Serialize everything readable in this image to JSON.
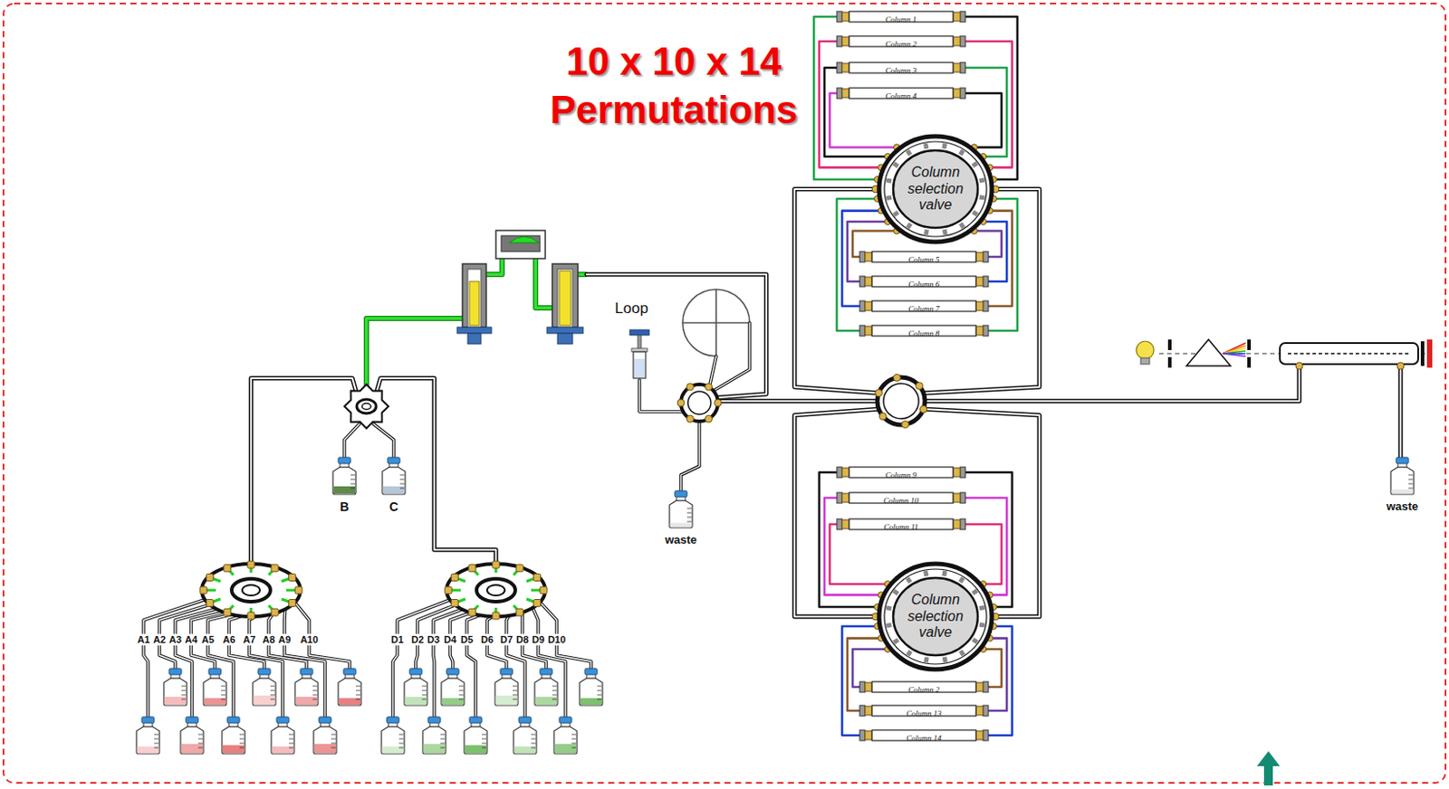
{
  "diagram": {
    "title": "10 x 10 x 14 Permutations",
    "nodes": [
      {
        "text": [
          "Column 1"
        ]
      },
      {
        "text": [
          "Column 2"
        ]
      },
      {
        "text": [
          "Column 3"
        ]
      },
      {
        "text": [
          "Column 4"
        ]
      },
      {
        "text": [
          "Column selection valve"
        ]
      },
      {
        "text": [
          "Column 5"
        ]
      },
      {
        "text": [
          "Column 6"
        ]
      },
      {
        "text": [
          "Column 7"
        ]
      },
      {
        "text": [
          "Column 8"
        ]
      },
      {
        "text": [
          "Column 9"
        ]
      },
      {
        "text": [
          "Column 10"
        ]
      },
      {
        "text": [
          "Column 11"
        ]
      },
      {
        "text": [
          "Column selection valve"
        ]
      },
      {
        "text": [
          "Column 2"
        ]
      },
      {
        "text": [
          "Column 13"
        ]
      },
      {
        "text": [
          "Column 14"
        ]
      }
    ],
    "edges": [
      {
        "from": 0,
        "to": 4,
        "arrow": "none"
      },
      {
        "from": 0,
        "to": 4,
        "arrow": "none"
      },
      {
        "from": 1,
        "to": 4,
        "arrow": "none"
      },
      {
        "from": 1,
        "to": 4,
        "arrow": "none"
      },
      {
        "from": 2,
        "to": 4,
        "arrow": "none"
      },
      {
        "from": 2,
        "to": 4,
        "arrow": "none"
      },
      {
        "from": 3,
        "to": 4,
        "arrow": "none"
      },
      {
        "from": 3,
        "to": 4,
        "arrow": "none"
      },
      {
        "from": 5,
        "to": 4,
        "arrow": "none"
      },
      {
        "from": 5,
        "to": 4,
        "arrow": "none"
      },
      {
        "from": 6,
        "to": 4,
        "arrow": "none"
      },
      {
        "from": 6,
        "to": 4,
        "arrow": "none"
      },
      {
        "from": 7,
        "to": 4,
        "arrow": "none"
      },
      {
        "from": 7,
        "to": 4,
        "arrow": "none"
      },
      {
        "from": 8,
        "to": 4,
        "arrow": "none"
      },
      {
        "from": 8,
        "to": 4,
        "arrow": "none"
      },
      {
        "from": 9,
        "to": 12,
        "arrow": "none"
      },
      {
        "from": 9,
        "to": 12,
        "arrow": "none"
      },
      {
        "from": 10,
        "to": 12,
        "arrow": "none"
      },
      {
        "from": 10,
        "to": 12,
        "arrow": "none"
      },
      {
        "from": 11,
        "to": 12,
        "arrow": "none"
      },
      {
        "from": 11,
        "to": 12,
        "arrow": "none"
      },
      {
        "from": 13,
        "to": 12,
        "arrow": "none"
      },
      {
        "from": 13,
        "to": 12,
        "arrow": "none"
      },
      {
        "from": 14,
        "to": 12,
        "arrow": "none"
      },
      {
        "from": 14,
        "to": 12,
        "arrow": "none"
      },
      {
        "from": 15,
        "to": 12,
        "arrow": "none"
      },
      {
        "from": 15,
        "to": 12,
        "arrow": "none"
      }
    ],
    "labels": [
      "Loop",
      "B",
      "C",
      "waste",
      "A1",
      "A2",
      "A3",
      "A4",
      "A5",
      "A6",
      "A7",
      "A8",
      "A9",
      "A10",
      "D1",
      "D2",
      "D3",
      "D4",
      "D5",
      "D6",
      "D7",
      "D8",
      "D9",
      "D10",
      "waste"
    ]
  }
}
